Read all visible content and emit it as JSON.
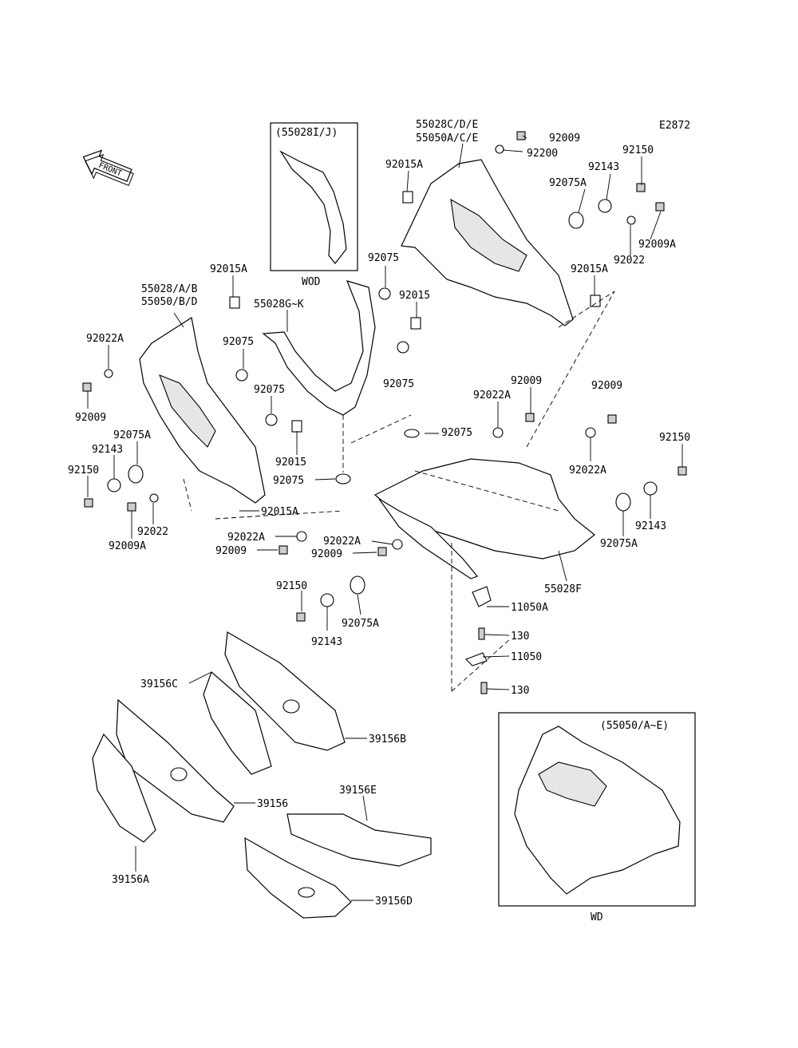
{
  "diagram_id": "E2872",
  "front_label": "FRONT",
  "inset_wod": {
    "header": "(55028I/J)",
    "caption": "WOD"
  },
  "inset_wd": {
    "header": "(55050/A~E)",
    "caption": "WD"
  },
  "callouts": {
    "c55028c": "55028C/D/E",
    "c55050a": "55050A/C/E",
    "c92009_top": "92009",
    "c92200": "92200",
    "c92150_top": "92150",
    "c92143_top": "92143",
    "c92075a_top": "92075A",
    "c92015a_top": "92015A",
    "c92009a_top": "92009A",
    "c92022_top": "92022",
    "c92015a_right": "92015A",
    "c92075_mid1": "92075",
    "c92015_mid": "92015",
    "c92075_mid2": "92075",
    "c92015a_left": "92015A",
    "c55028ab": "55028/A/B",
    "c55050bd": "55050/B/D",
    "c55028g": "55028G~K",
    "c92022a_left": "92022A",
    "c92075_left": "92075",
    "c92009_left": "92009",
    "c92075_left2": "92075",
    "c92075a_left": "92075A",
    "c92143_left": "92143",
    "c92150_left": "92150",
    "c92015_left": "92015",
    "c92075_center": "92075",
    "c92022_left": "92022",
    "c92009a_left": "92009A",
    "c92015a_low": "92015A",
    "c92009_c2": "92009",
    "c92022a_c2": "92022A",
    "c92009_r2": "92009",
    "c92075_c3": "92075",
    "c92150_r2": "92150",
    "c92022a_r2": "92022A",
    "c92143_r2": "92143",
    "c92075a_r2": "92075A",
    "c55028f": "55028F",
    "c92022a_low1": "92022A",
    "c92009_low1": "92009",
    "c92022a_low2": "92022A",
    "c92009_low2": "92009",
    "c92150_low": "92150",
    "c92143_low": "92143",
    "c92075a_low": "92075A",
    "c11050a": "11050A",
    "c130_a": "130",
    "c11050": "11050",
    "c130_b": "130",
    "c39156c": "39156C",
    "c39156b": "39156B",
    "c39156": "39156",
    "c39156e": "39156E",
    "c39156a": "39156A",
    "c39156d": "39156D"
  }
}
